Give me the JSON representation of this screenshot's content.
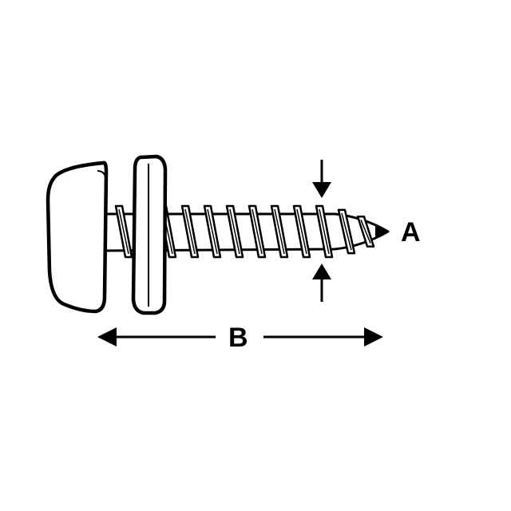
{
  "labels": {
    "diameter": "A",
    "length": "B"
  },
  "colors": {
    "stroke": "#000000",
    "fill": "#ffffff"
  },
  "parts": {
    "head": "domed-cap-head",
    "washer": "flat-washer",
    "shank": "self-tapping-threaded-shank",
    "tip": "pointed-tip"
  }
}
